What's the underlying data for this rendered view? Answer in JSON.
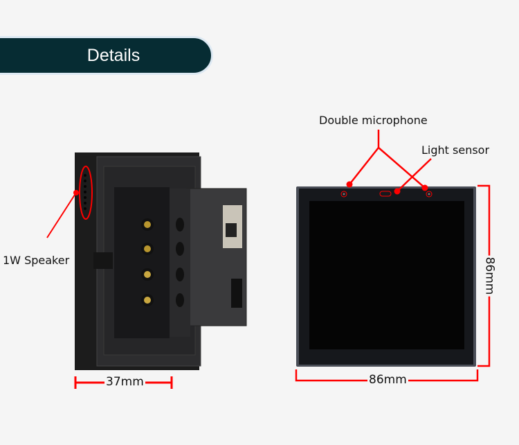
{
  "header": {
    "title": "Details"
  },
  "labels": {
    "speaker": "1W Speaker",
    "microphone": "Double microphone",
    "light_sensor": "Light sensor"
  },
  "dimensions": {
    "depth": "37mm",
    "width": "86mm",
    "height": "86mm"
  },
  "colors": {
    "banner": "#062c33",
    "annotation": "#ff0000"
  }
}
